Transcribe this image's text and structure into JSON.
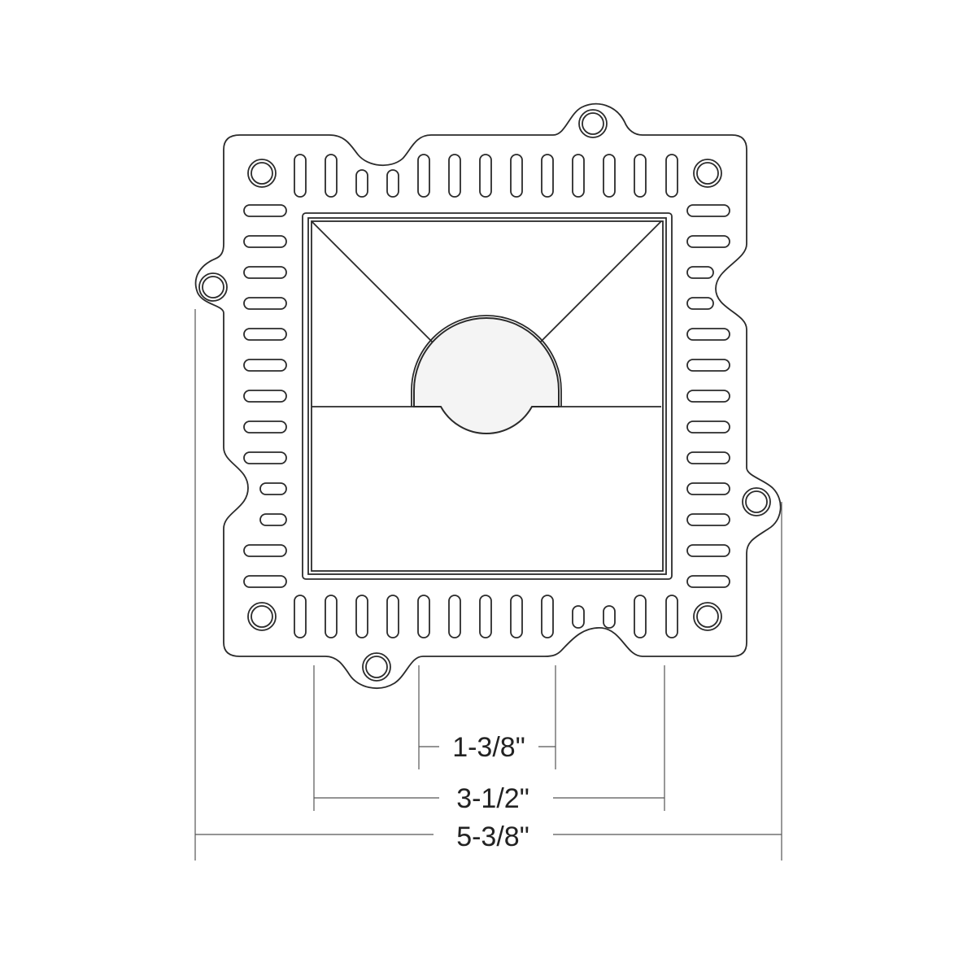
{
  "dimensions": {
    "inner_width": "1-3/8\"",
    "frame_width": "3-1/2\"",
    "overall_width": "5-3/8\""
  },
  "colors": {
    "line": "#2a2a2a",
    "lens_fill": "#f4f4f4"
  }
}
